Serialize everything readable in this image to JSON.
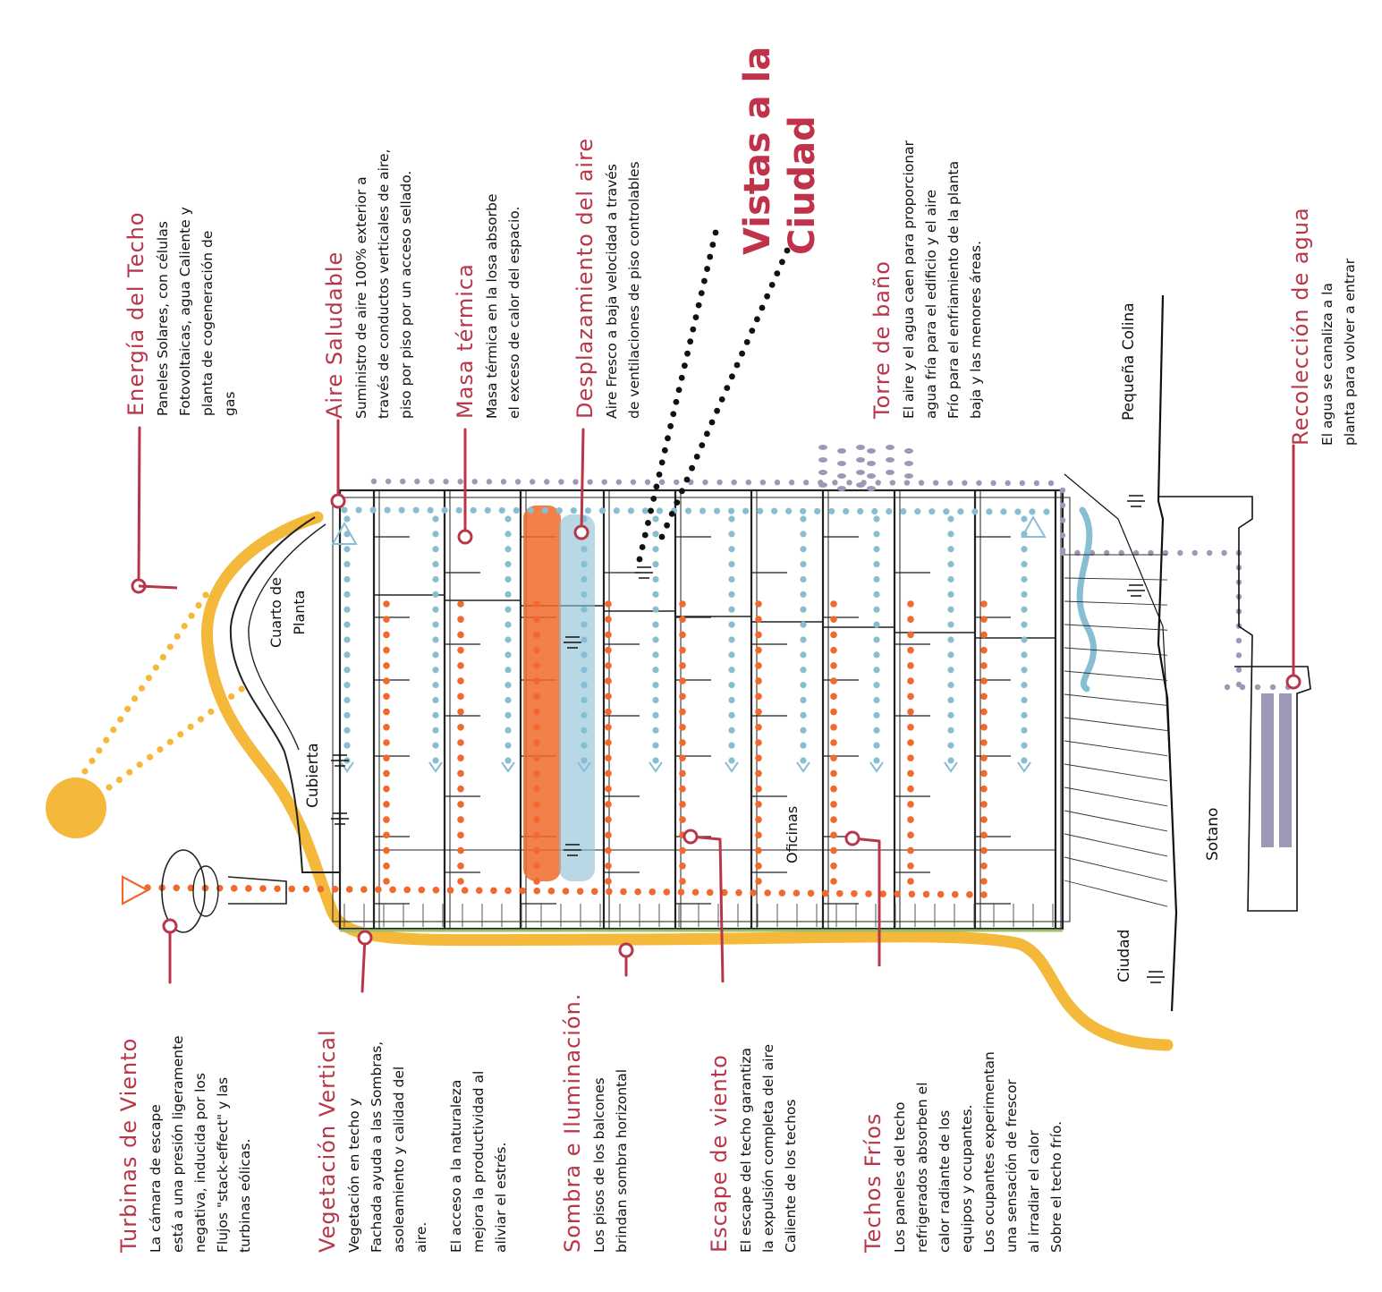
{
  "colors": {
    "accent": "#b8364a",
    "sun": "#f4b93a",
    "hot": "#ef6a2c",
    "cool": "#88bed3",
    "purple": "#9c98b8",
    "green": "#9cc06a",
    "ink": "#111111"
  },
  "top_notes": {
    "energia": {
      "title": "Energía del Techo",
      "lines": [
        "Paneles Solares, con células",
        "Fotovoltaicas, agua Caliente y",
        "planta de cogeneración de",
        "gas"
      ]
    },
    "aire": {
      "title": "Aire Saludable",
      "lines": [
        "Suministro de aire 100% exterior a",
        "través de conductos verticales de aire,",
        "piso por piso por un acceso sellado."
      ]
    },
    "masa": {
      "title": "Masa térmica",
      "lines": [
        "Masa térmica en la losa absorbe",
        "el exceso de calor del espacio."
      ]
    },
    "desplazamiento": {
      "title": "Desplazamiento del aire",
      "lines": [
        "Aire Fresco a baja velocidad a través",
        "de ventilaciones de piso controlables"
      ]
    },
    "vistas": {
      "lines": [
        "Vistas a la",
        "Ciudad"
      ]
    },
    "torre": {
      "title": "Torre de baño",
      "lines": [
        "El aire y el agua caen para proporcionar",
        "agua fría para el edificio y el aire",
        "Frío para el enfriamiento de la planta",
        "baja y las menores áreas."
      ]
    },
    "colina": {
      "label": "Pequeña Colina"
    },
    "recoleccion": {
      "title": "Recolección de agua",
      "lines": [
        "El agua se canaliza a la",
        "planta para volver a entrar"
      ]
    }
  },
  "bottom_notes": {
    "turbinas": {
      "title": "Turbinas de Viento",
      "lines": [
        "La cámara de escape",
        "está a una presión ligeramente",
        "negativa, inducida por los",
        "Flujos \"stack-effect\" y las",
        "turbinas eólicas."
      ]
    },
    "vegetacion": {
      "title": "Vegetación Vertical",
      "lines": [
        "Vegetación en techo y",
        "Fachada ayuda a las Sombras,",
        "asoleamiento y calidad del",
        "aire.",
        "",
        "El acceso a la naturaleza",
        "mejora la productividad al",
        "aliviar el estrés."
      ]
    },
    "sombra": {
      "title": "Sombra e Iluminación.",
      "lines": [
        "Los pisos de los balcones",
        "brindan sombra horizontal"
      ]
    },
    "escape": {
      "title": "Escape de viento",
      "lines": [
        "El escape del techo garantiza",
        "la expulsión completa del aire",
        "Caliente de los techos"
      ]
    },
    "techos": {
      "title": "Techos Fríos",
      "lines": [
        "Los paneles del techo",
        "refrigerados absorben el",
        "calor radiante de los",
        "equipos y ocupantes.",
        "Los ocupantes experimentan",
        "una sensación de frescor",
        "al irradiar el calor",
        "Sobre el techo frío."
      ]
    }
  },
  "labels": {
    "cuarto": [
      "Cuarto de",
      "Planta"
    ],
    "cubierta": "Cubierta",
    "oficinas": "Oficinas",
    "ciudad": "Ciudad",
    "sotano": "Sotano"
  }
}
